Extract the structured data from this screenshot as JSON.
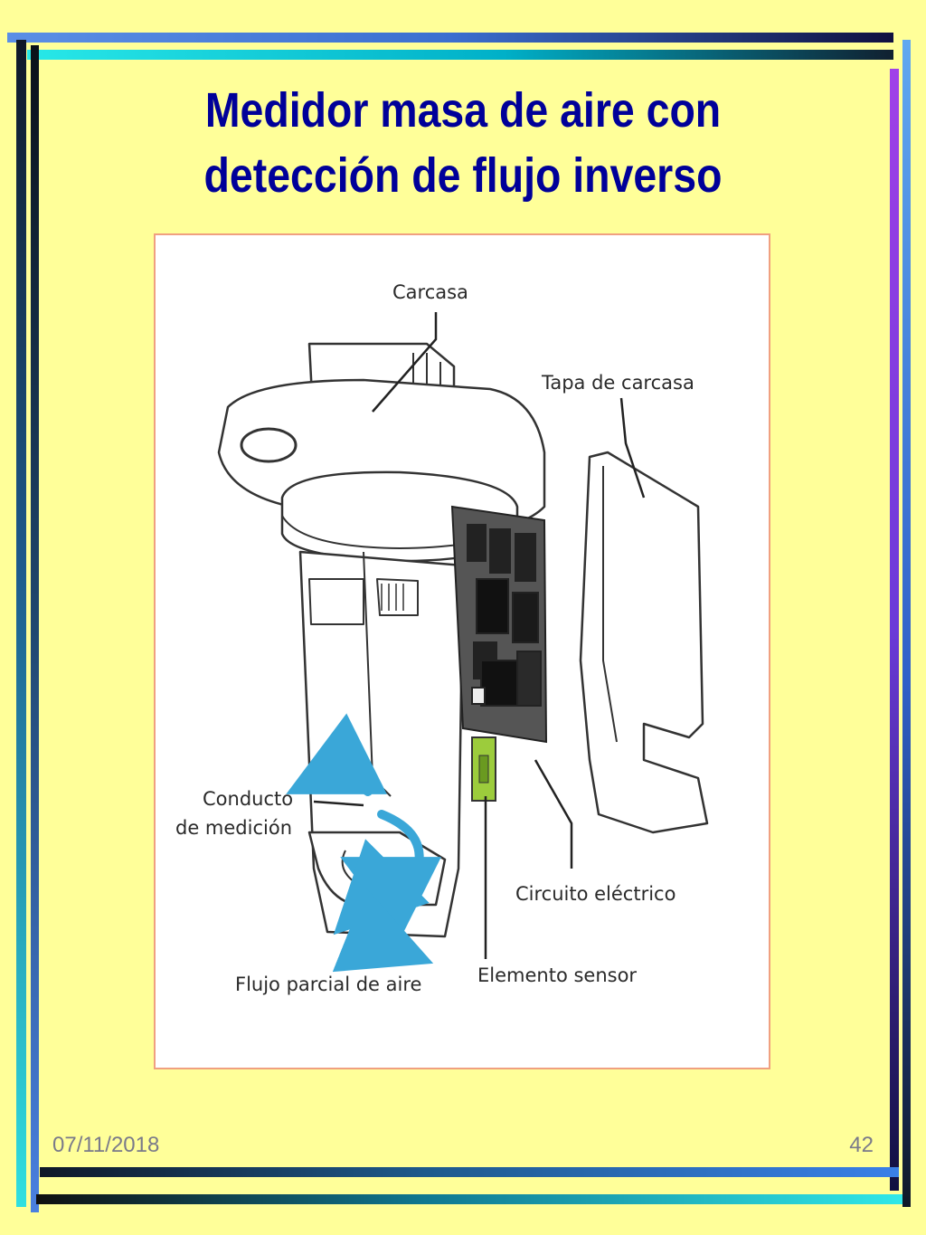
{
  "slide": {
    "title_line1": "Medidor masa de aire con",
    "title_line2": "detección de flujo inverso",
    "date": "07/11/2018",
    "page_number": "42"
  },
  "diagram": {
    "labels": {
      "housing": "Carcasa",
      "housing_cover": "Tapa de carcasa",
      "measuring_duct_line1": "Conducto",
      "measuring_duct_line2": "de medición",
      "electric_circuit": "Circuito eléctrico",
      "sensor_element": "Elemento sensor",
      "partial_air_flow": "Flujo parcial de aire"
    }
  },
  "colors": {
    "background": "#ffff99",
    "title": "#000099",
    "frame_border": "#f0a080",
    "arrow": "#3aa7d8",
    "sensor": "#9ccc3c"
  }
}
